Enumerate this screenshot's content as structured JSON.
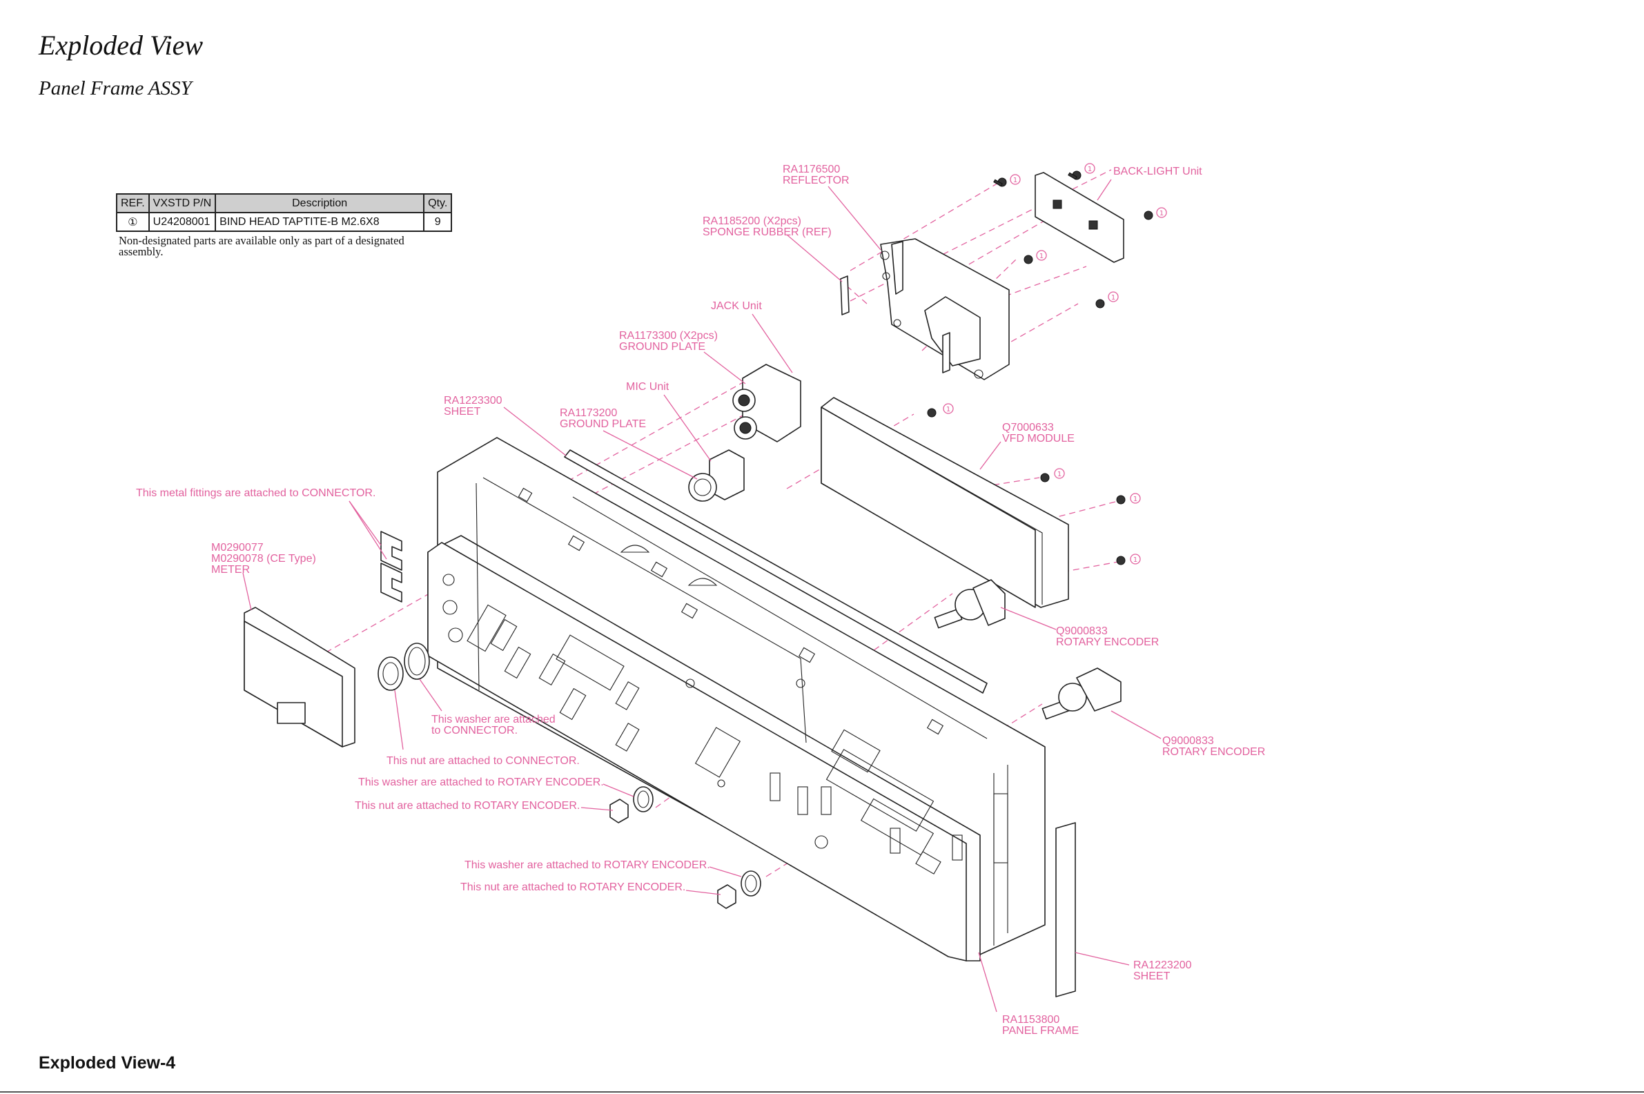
{
  "header": {
    "title": "Exploded View",
    "subtitle": "Panel Frame ASSY"
  },
  "footer": {
    "page_label": "Exploded View-4"
  },
  "parts_table": {
    "columns": [
      "REF.",
      "VXSTD P/N",
      "Description",
      "Qty."
    ],
    "rows": [
      {
        "ref": "①",
        "pn": "U24208001",
        "description": "BIND HEAD TAPTITE-B M2.6X8",
        "qty": "9"
      }
    ]
  },
  "note": "Non-designated parts are available only as part of a designated assembly.",
  "screw_ref_mark": "①",
  "callouts": {
    "reflector": {
      "line1": "RA1176500",
      "line2": "REFLECTOR"
    },
    "backlight": {
      "line1": "BACK-LIGHT Unit"
    },
    "sponge": {
      "line1": "RA1185200 (X2pcs)",
      "line2": "SPONGE RUBBER (REF)"
    },
    "jack": {
      "line1": "JACK Unit"
    },
    "ground_plate_1": {
      "line1": "RA1173300 (X2pcs)",
      "line2": "GROUND PLATE"
    },
    "mic": {
      "line1": "MIC Unit"
    },
    "sheet_1": {
      "line1": "RA1223300",
      "line2": "SHEET"
    },
    "ground_plate_2": {
      "line1": "RA1173200",
      "line2": "GROUND PLATE"
    },
    "vfd": {
      "line1": "Q7000633",
      "line2": "VFD MODULE"
    },
    "metal_fittings": {
      "line1": "This metal fittings are attached to CONNECTOR."
    },
    "meter": {
      "line1": "M0290077",
      "line2": "M0290078 (CE Type)",
      "line3": "METER"
    },
    "encoder_1": {
      "line1": "Q9000833",
      "line2": "ROTARY ENCODER"
    },
    "encoder_2": {
      "line1": "Q9000833",
      "line2": "ROTARY ENCODER"
    },
    "washer_connector": {
      "line1": "This washer are attached",
      "line2": "to CONNECTOR."
    },
    "nut_connector": {
      "line1": "This nut are attached to CONNECTOR."
    },
    "washer_encoder_1": {
      "line1": "This washer are attached to ROTARY ENCODER."
    },
    "nut_encoder_1": {
      "line1": "This nut are attached to ROTARY ENCODER."
    },
    "washer_encoder_2": {
      "line1": "This washer are attached to ROTARY ENCODER."
    },
    "nut_encoder_2": {
      "line1": "This nut are attached to ROTARY ENCODER."
    },
    "sheet_2": {
      "line1": "RA1223200",
      "line2": "SHEET"
    },
    "panel_frame": {
      "line1": "RA1153800",
      "line2": "PANEL FRAME"
    }
  },
  "colors": {
    "callout": "#e2619e",
    "line_art": "#222222",
    "table_header": "#cfcfcf"
  }
}
